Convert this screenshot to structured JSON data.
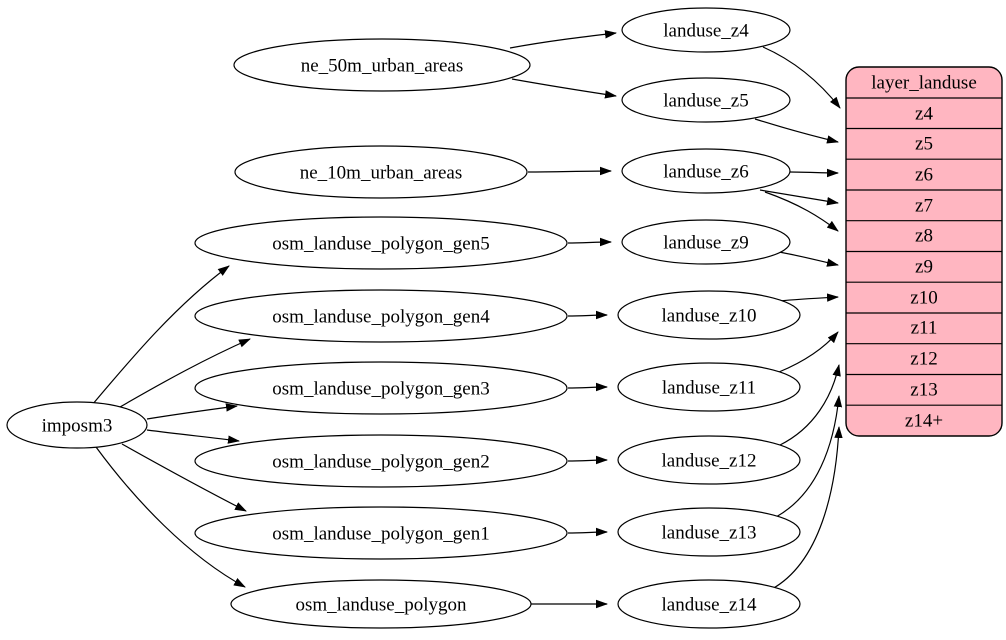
{
  "diagram": {
    "type": "dependency-graph",
    "colors": {
      "background": "#ffffff",
      "node_fill": "#ffffff",
      "node_stroke": "#000000",
      "edge": "#000000",
      "table_fill": "#ffb6c1"
    },
    "nodes": {
      "imposm3": {
        "label": "imposm3",
        "shape": "ellipse"
      },
      "ne_50m_urban_areas": {
        "label": "ne_50m_urban_areas",
        "shape": "ellipse"
      },
      "ne_10m_urban_areas": {
        "label": "ne_10m_urban_areas",
        "shape": "ellipse"
      },
      "osm_landuse_polygon_gen5": {
        "label": "osm_landuse_polygon_gen5",
        "shape": "ellipse"
      },
      "osm_landuse_polygon_gen4": {
        "label": "osm_landuse_polygon_gen4",
        "shape": "ellipse"
      },
      "osm_landuse_polygon_gen3": {
        "label": "osm_landuse_polygon_gen3",
        "shape": "ellipse"
      },
      "osm_landuse_polygon_gen2": {
        "label": "osm_landuse_polygon_gen2",
        "shape": "ellipse"
      },
      "osm_landuse_polygon_gen1": {
        "label": "osm_landuse_polygon_gen1",
        "shape": "ellipse"
      },
      "osm_landuse_polygon": {
        "label": "osm_landuse_polygon",
        "shape": "ellipse"
      },
      "landuse_z4": {
        "label": "landuse_z4",
        "shape": "ellipse"
      },
      "landuse_z5": {
        "label": "landuse_z5",
        "shape": "ellipse"
      },
      "landuse_z6": {
        "label": "landuse_z6",
        "shape": "ellipse"
      },
      "landuse_z9": {
        "label": "landuse_z9",
        "shape": "ellipse"
      },
      "landuse_z10": {
        "label": "landuse_z10",
        "shape": "ellipse"
      },
      "landuse_z11": {
        "label": "landuse_z11",
        "shape": "ellipse"
      },
      "landuse_z12": {
        "label": "landuse_z12",
        "shape": "ellipse"
      },
      "landuse_z13": {
        "label": "landuse_z13",
        "shape": "ellipse"
      },
      "landuse_z14": {
        "label": "landuse_z14",
        "shape": "ellipse"
      }
    },
    "table": {
      "title": "layer_landuse",
      "rows": [
        "z4",
        "z5",
        "z6",
        "z7",
        "z8",
        "z9",
        "z10",
        "z11",
        "z12",
        "z13",
        "z14+"
      ]
    },
    "edges": [
      {
        "from": "imposm3",
        "to": "osm_landuse_polygon_gen5"
      },
      {
        "from": "imposm3",
        "to": "osm_landuse_polygon_gen4"
      },
      {
        "from": "imposm3",
        "to": "osm_landuse_polygon_gen3"
      },
      {
        "from": "imposm3",
        "to": "osm_landuse_polygon_gen2"
      },
      {
        "from": "imposm3",
        "to": "osm_landuse_polygon_gen1"
      },
      {
        "from": "imposm3",
        "to": "osm_landuse_polygon"
      },
      {
        "from": "ne_50m_urban_areas",
        "to": "landuse_z4"
      },
      {
        "from": "ne_50m_urban_areas",
        "to": "landuse_z5"
      },
      {
        "from": "ne_10m_urban_areas",
        "to": "landuse_z6"
      },
      {
        "from": "osm_landuse_polygon_gen5",
        "to": "landuse_z9"
      },
      {
        "from": "osm_landuse_polygon_gen4",
        "to": "landuse_z10"
      },
      {
        "from": "osm_landuse_polygon_gen3",
        "to": "landuse_z11"
      },
      {
        "from": "osm_landuse_polygon_gen2",
        "to": "landuse_z12"
      },
      {
        "from": "osm_landuse_polygon_gen1",
        "to": "landuse_z13"
      },
      {
        "from": "osm_landuse_polygon",
        "to": "landuse_z14"
      },
      {
        "from": "landuse_z4",
        "to": "layer_landuse:z4"
      },
      {
        "from": "landuse_z5",
        "to": "layer_landuse:z5"
      },
      {
        "from": "landuse_z6",
        "to": "layer_landuse:z6"
      },
      {
        "from": "landuse_z6",
        "to": "layer_landuse:z7"
      },
      {
        "from": "landuse_z6",
        "to": "layer_landuse:z8"
      },
      {
        "from": "landuse_z9",
        "to": "layer_landuse:z9"
      },
      {
        "from": "landuse_z10",
        "to": "layer_landuse:z10"
      },
      {
        "from": "landuse_z11",
        "to": "layer_landuse:z11"
      },
      {
        "from": "landuse_z12",
        "to": "layer_landuse:z12"
      },
      {
        "from": "landuse_z13",
        "to": "layer_landuse:z13"
      },
      {
        "from": "landuse_z14",
        "to": "layer_landuse:z14+"
      }
    ]
  }
}
